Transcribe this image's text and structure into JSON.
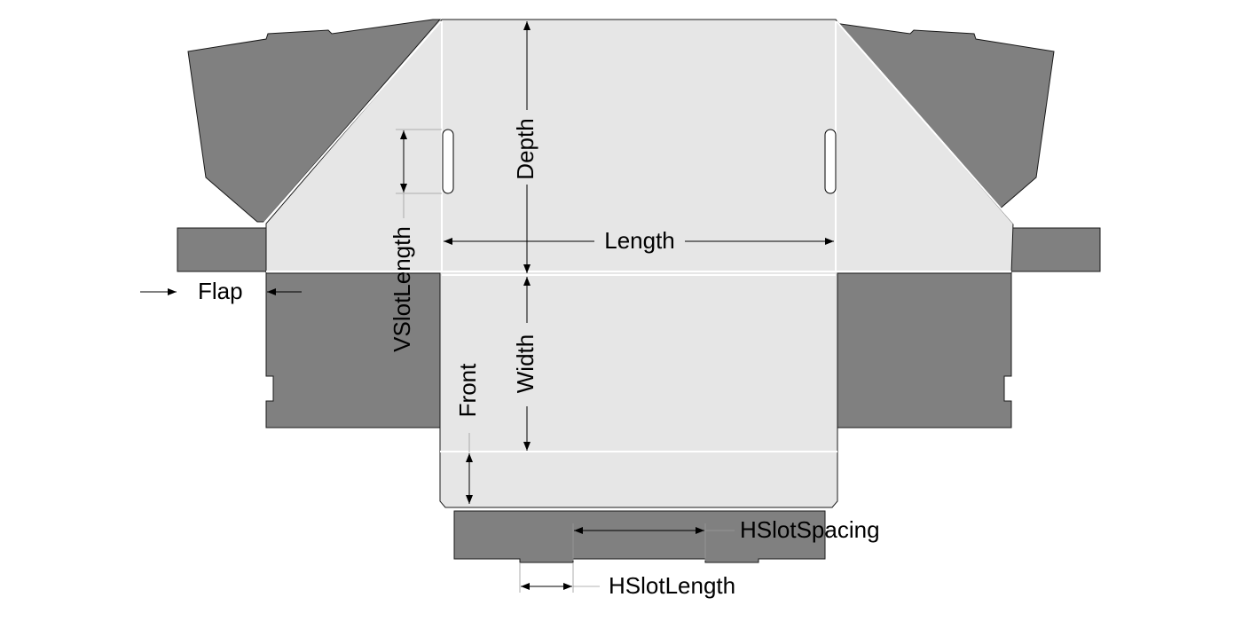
{
  "labels": {
    "depth": "Depth",
    "length": "Length",
    "width": "Width",
    "front": "Front",
    "flap": "Flap",
    "vslot_length": "VSlotLength",
    "hslot_spacing": "HSlotSpacing",
    "hslot_length": "HSlotLength"
  },
  "colors": {
    "panel_light": "#e6e6e6",
    "panel_dark": "#808080",
    "outline": "#1a1a1a",
    "fold_line": "#ffffff"
  }
}
